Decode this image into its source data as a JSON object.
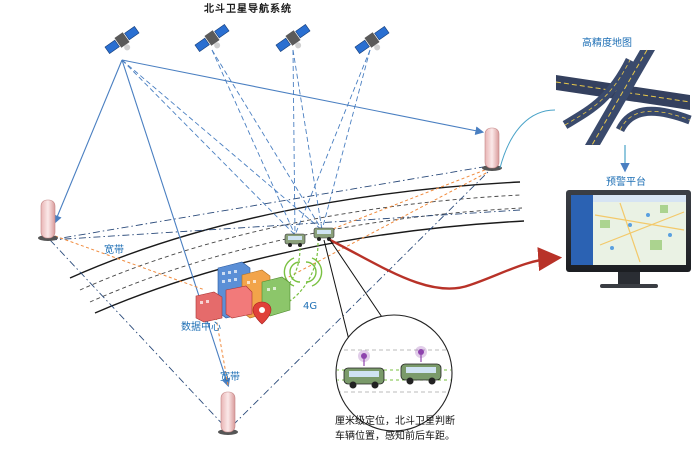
{
  "header": {
    "title": "北斗卫星导航系统"
  },
  "hd_map": {
    "label": "高精度地图"
  },
  "alert_platform": {
    "label": "预警平台"
  },
  "broadband": {
    "label_left": "宽带",
    "label_bottom": "宽带"
  },
  "data_center": {
    "label": "数据中心"
  },
  "network": {
    "label": "4G"
  },
  "caption": {
    "line1": "厘米级定位，北斗卫星判断",
    "line2": "车辆位置，感知前后车距。"
  },
  "colors": {
    "link_blue": "#4a7fc1",
    "broadband_orange": "#f08a3c",
    "signal_green": "#7ac142",
    "arrow_red": "#b83228",
    "label_blue": "#1e6fb5",
    "road_dark": "#2b3a55"
  },
  "icons": [
    "satellite-icon",
    "rsu-tower-icon",
    "vehicle-icon",
    "building-icon",
    "map-pin-icon",
    "monitor-icon",
    "highway-interchange-icon"
  ]
}
